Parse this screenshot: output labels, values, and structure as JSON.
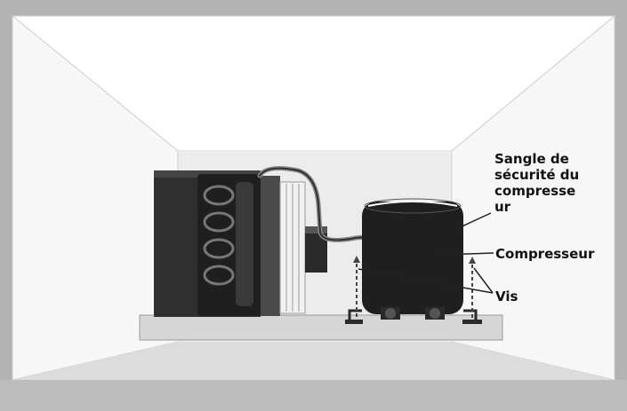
{
  "labels": {
    "strap": "Sangle de\nsécurité du\ncompresse\nur",
    "compressor": "Compresseur",
    "screws": "Vis"
  },
  "colors": {
    "frame": "#b3b3b3",
    "room_back": "#ececec",
    "floor": "#dcdcdc",
    "base_plate": "#d6d6d6",
    "dark_body": "#2a2a2a",
    "compressor": "#1f1f1f",
    "fan_panel": "#3a3a3a"
  },
  "icons": {
    "compressor": "compressor-icon",
    "condenser": "condenser-fan-icon",
    "screw": "screw-icon"
  }
}
